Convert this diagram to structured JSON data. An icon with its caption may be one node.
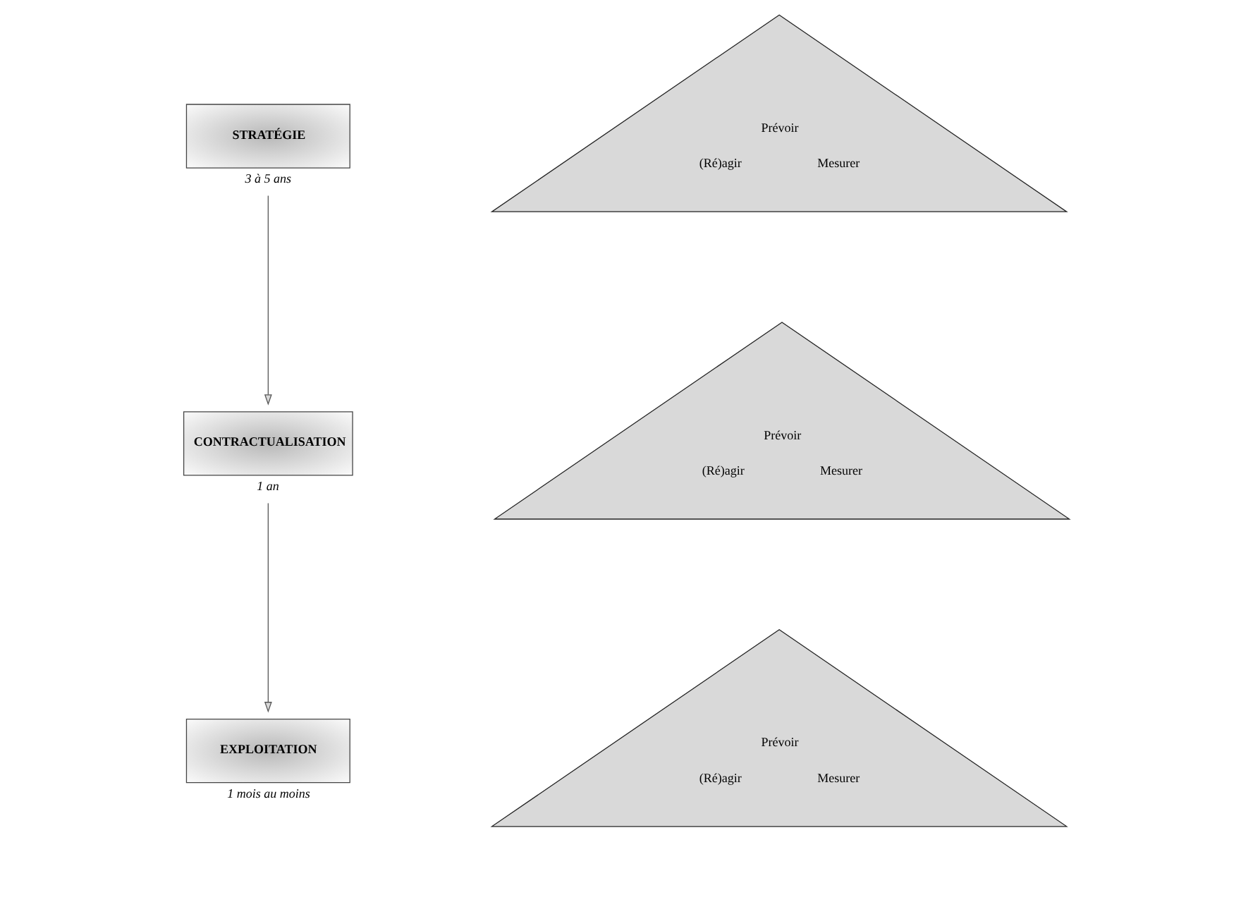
{
  "diagram": {
    "nodes": [
      {
        "text": [
          "STRATÉGIE"
        ],
        "beside": [
          "3 à 5 ans"
        ]
      },
      {
        "text": [
          "Prévoir",
          "(Ré)agir",
          "Mesurer"
        ]
      },
      {
        "text": [
          "CONTRACTUALISATION"
        ],
        "beside": [
          "1 an"
        ]
      },
      {
        "text": [
          "Prévoir",
          "(Ré)agir",
          "Mesurer"
        ]
      },
      {
        "text": [
          "EXPLOITATION"
        ],
        "beside": [
          "1 mois au moins"
        ]
      },
      {
        "text": [
          "Prévoir",
          "(Ré)agir",
          "Mesurer"
        ]
      }
    ],
    "edges": [
      {
        "from": 0,
        "to": 2,
        "arrow": "to"
      },
      {
        "from": 2,
        "to": 4,
        "arrow": "to"
      }
    ]
  }
}
